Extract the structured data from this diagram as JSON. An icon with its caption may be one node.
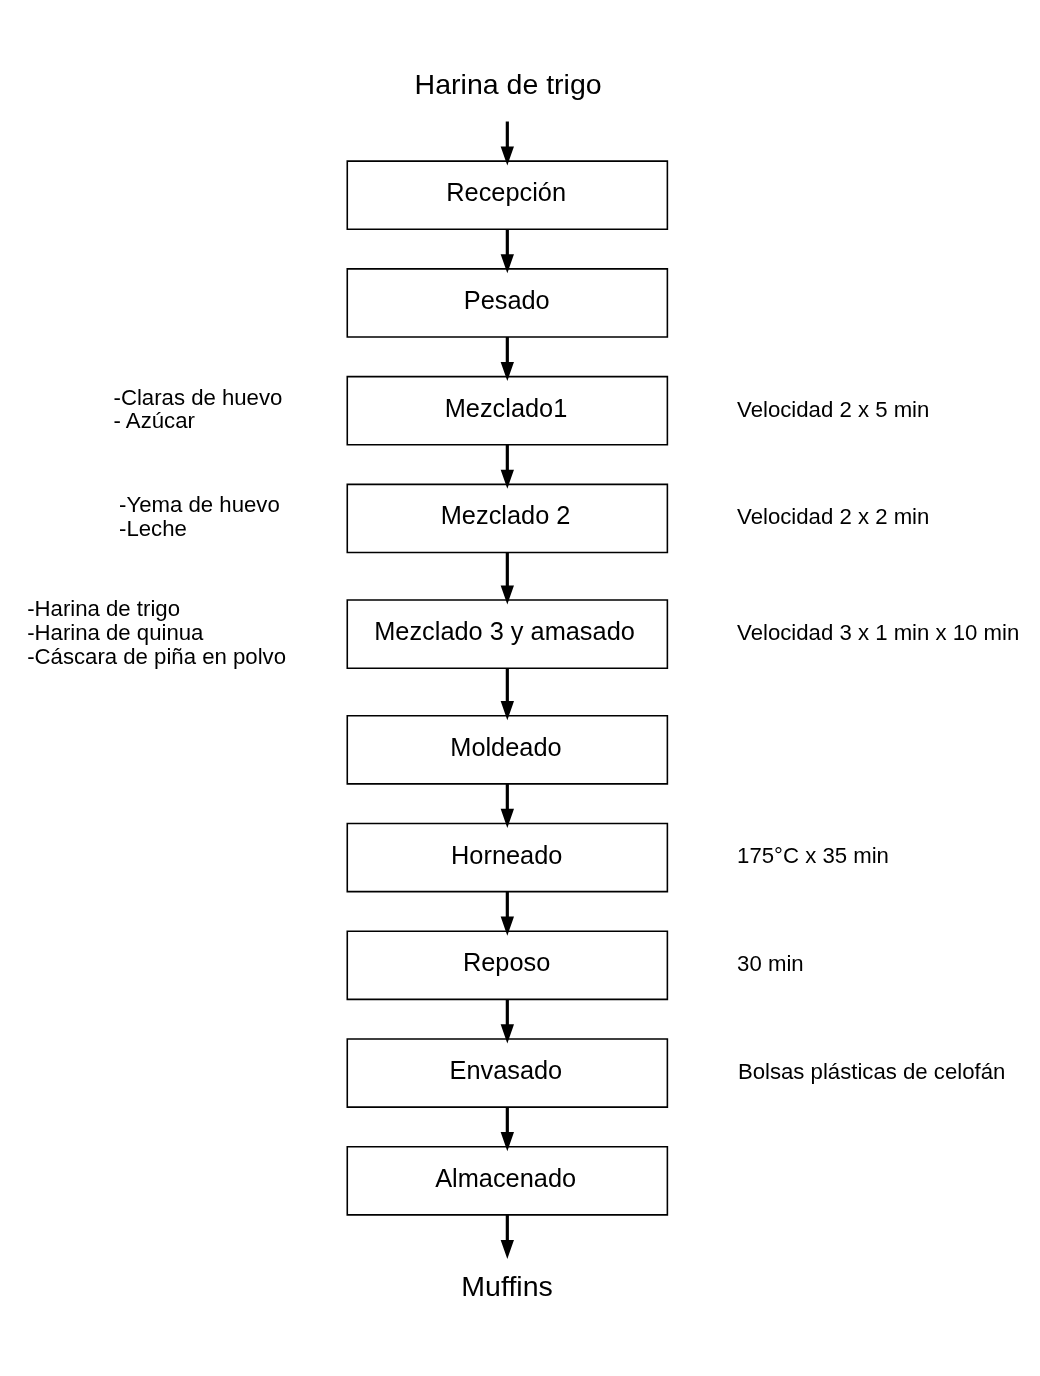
{
  "diagram": {
    "nodes": [
      {
        "text": [
          "Harina de trigo"
        ]
      },
      {
        "text": [
          "Recepción"
        ]
      },
      {
        "text": [
          "Pesado"
        ]
      },
      {
        "text": [
          "Mezclado1"
        ],
        "beside": [
          "-Claras de huevo",
          "- Azúcar",
          "Velocidad 2 x 5 min"
        ]
      },
      {
        "text": [
          "Mezclado 2"
        ],
        "beside": [
          "-Yema de huevo",
          "-Leche",
          "Velocidad 2 x 2 min"
        ]
      },
      {
        "text": [
          "Mezclado 3 y amasado"
        ],
        "beside": [
          "-Harina de trigo",
          "-Harina de quinua",
          "-Cáscara de piña en polvo",
          "Velocidad 3 x 1 min x 10 min"
        ]
      },
      {
        "text": [
          "Moldeado"
        ]
      },
      {
        "text": [
          "Horneado"
        ],
        "beside": [
          "175°C x 35 min"
        ]
      },
      {
        "text": [
          "Reposo"
        ],
        "beside": [
          "30 min"
        ]
      },
      {
        "text": [
          "Envasado"
        ],
        "beside": [
          "Bolsas plásticas de celofán"
        ]
      },
      {
        "text": [
          "Almacenado"
        ]
      },
      {
        "text": [
          "Muffins"
        ]
      }
    ],
    "edges": [
      {
        "from": 0,
        "to": 1,
        "arrow": "to"
      },
      {
        "from": 1,
        "to": 2,
        "arrow": "to"
      },
      {
        "from": 2,
        "to": 3,
        "arrow": "to"
      },
      {
        "from": 3,
        "to": 4,
        "arrow": "to"
      },
      {
        "from": 4,
        "to": 5,
        "arrow": "to"
      },
      {
        "from": 5,
        "to": 6,
        "arrow": "to"
      },
      {
        "from": 6,
        "to": 7,
        "arrow": "to"
      },
      {
        "from": 7,
        "to": 8,
        "arrow": "to"
      },
      {
        "from": 8,
        "to": 9,
        "arrow": "to"
      },
      {
        "from": 9,
        "to": 10,
        "arrow": "to"
      },
      {
        "from": 10,
        "to": 11,
        "arrow": "to"
      }
    ]
  }
}
